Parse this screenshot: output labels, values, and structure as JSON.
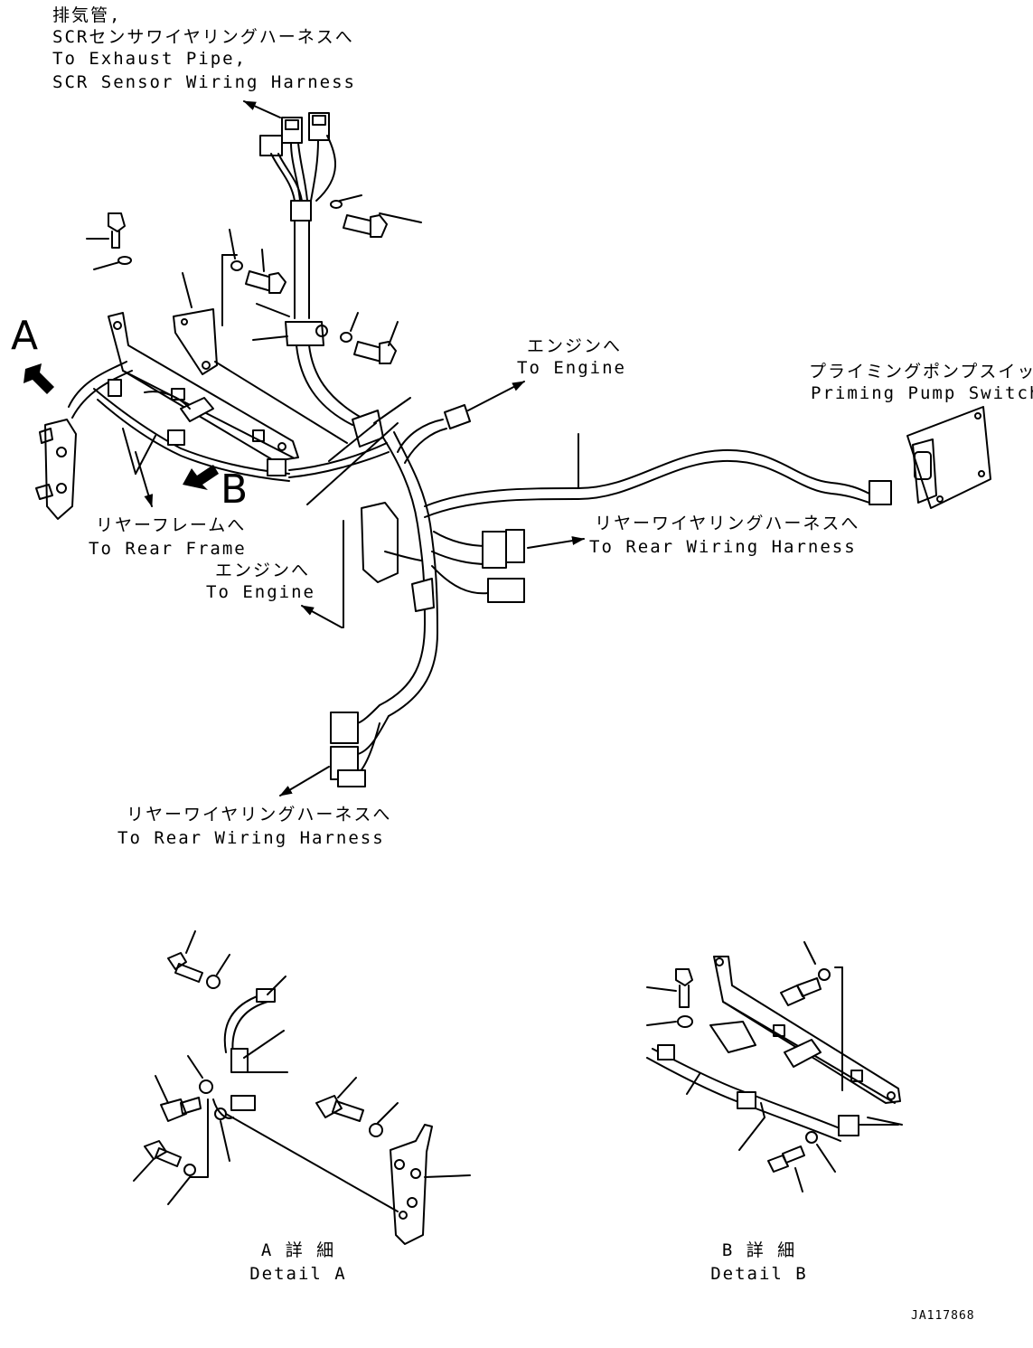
{
  "labels": {
    "exhaust_jp1": "排気管,",
    "exhaust_jp2": "SCRセンサワイヤリングハーネスへ",
    "exhaust_en1": "To Exhaust Pipe,",
    "exhaust_en2": "SCR Sensor Wiring Harness",
    "engine_upper_jp": "エンジンへ",
    "engine_upper_en": "To Engine",
    "priming_jp": "プライミングポンプスイッチ",
    "priming_en": "Priming Pump Switch",
    "view_a": "A",
    "view_b": "B",
    "rear_frame_jp": "リヤーフレームへ",
    "rear_frame_en": "To Rear Frame",
    "rear_harness_right_jp": "リヤーワイヤリングハーネスへ",
    "rear_harness_right_en": "To Rear Wiring Harness",
    "engine_lower_jp": "エンジンへ",
    "engine_lower_en": "To Engine",
    "rear_harness_bottom_jp": "リヤーワイヤリングハーネスへ",
    "rear_harness_bottom_en": "To Rear Wiring Harness",
    "detail_a_jp": "A 詳 細",
    "detail_a_en": "Detail A",
    "detail_b_jp": "B 詳 細",
    "detail_b_en": "Detail B",
    "drawing_code": "JA117868"
  },
  "colors": {
    "ink": "#000000",
    "paper": "#ffffff"
  }
}
